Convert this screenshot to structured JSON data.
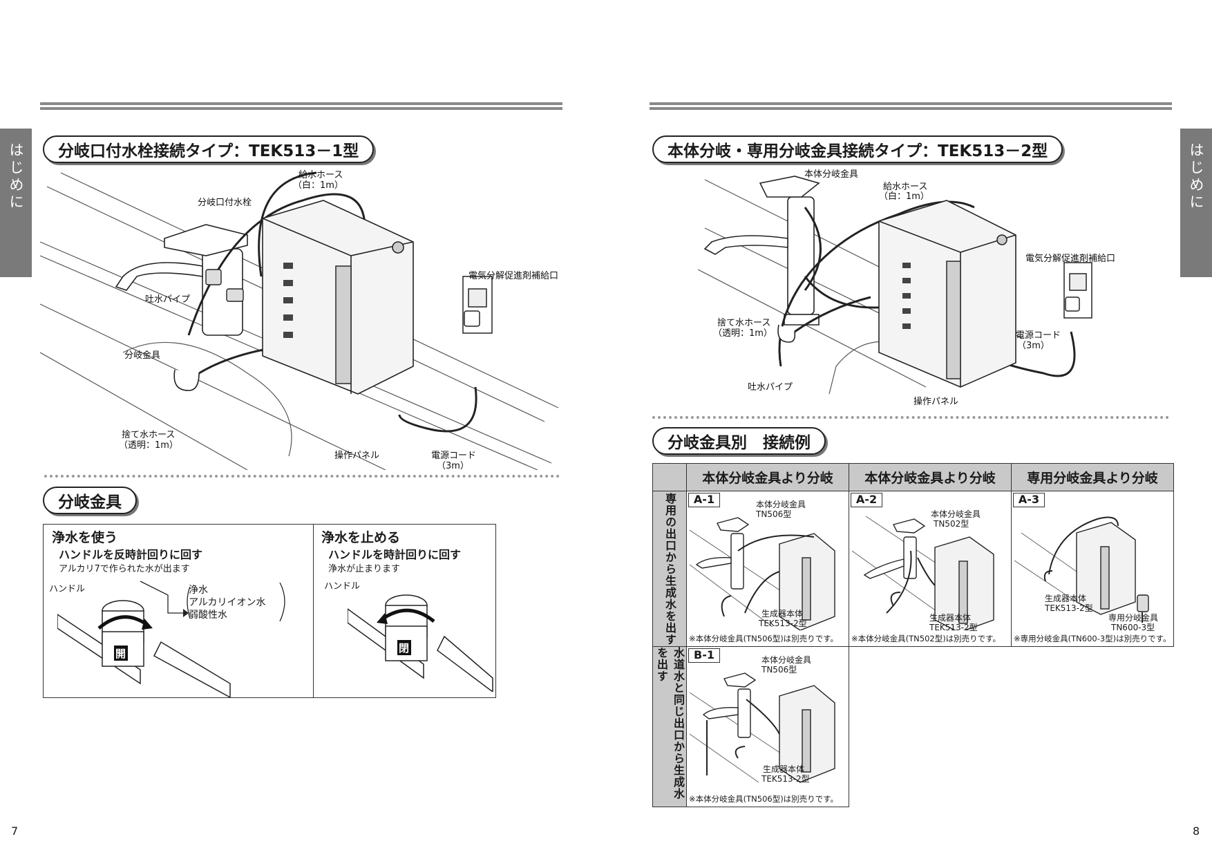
{
  "sidebar": {
    "left_label": "はじめに",
    "right_label": "はじめに"
  },
  "page_numbers": {
    "left": "7",
    "right": "8"
  },
  "left": {
    "section1_title": "分岐口付水栓接続タイプ：TEK513－1型",
    "diagram1_labels": {
      "supply_hose_1": "給水ホース",
      "supply_hose_2": "（白：1m）",
      "faucet": "分岐口付水栓",
      "additive_port": "電気分解促進剤補給口",
      "spout_pipe": "吐水パイプ",
      "branch_fitting": "分岐金具",
      "drain_hose_1": "捨て水ホース",
      "drain_hose_2": "（透明：1m）",
      "control_panel": "操作パネル",
      "power_cord_1": "電源コード",
      "power_cord_2": "（3m）"
    },
    "section2_title": "分岐金具",
    "use_panel": {
      "heading": "浄水を使う",
      "instruction": "ハンドルを反時計回りに回す",
      "note": "アルカリ7で作られた水が出ます",
      "handle_label": "ハンドル",
      "outputs": [
        "浄水",
        "アルカリイオン水",
        "弱酸性水"
      ],
      "stamp": "開"
    },
    "stop_panel": {
      "heading": "浄水を止める",
      "instruction": "ハンドルを時計回りに回す",
      "note": "浄水が止まります",
      "handle_label": "ハンドル",
      "stamp": "閉"
    }
  },
  "right": {
    "section1_title": "本体分岐・専用分岐金具接続タイプ：TEK513－2型",
    "diagram2_labels": {
      "body_fitting": "本体分岐金具",
      "supply_hose_1": "給水ホース",
      "supply_hose_2": "（白：1m）",
      "additive_port": "電気分解促進剤補給口",
      "drain_hose_1": "捨て水ホース",
      "drain_hose_2": "（透明：1m）",
      "power_cord_1": "電源コード",
      "power_cord_2": "（3m）",
      "spout_pipe": "吐水パイプ",
      "control_panel": "操作パネル"
    },
    "section2_title": "分岐金具別　接続例",
    "table": {
      "columns": [
        "本体分岐金具より分岐",
        "本体分岐金具より分岐",
        "専用分岐金具より分岐"
      ],
      "row_headers": [
        "専用の出口から生成水を出す",
        "水道水と同じ出口から生成水を出す"
      ],
      "cells": [
        {
          "tag": "A-1",
          "labels": [
            "本体分岐金具",
            "TN506型",
            "生成器本体",
            "TEK513-2型"
          ],
          "note": "※本体分岐金具(TN506型)は別売りです。"
        },
        {
          "tag": "A-2",
          "labels": [
            "本体分岐金具",
            "TN502型",
            "生成器本体",
            "TEK513-2型"
          ],
          "note": "※本体分岐金具(TN502型)は別売りです。"
        },
        {
          "tag": "A-3",
          "labels": [
            "生成器本体",
            "TEK513-2型",
            "専用分岐金具",
            "TN600-3型"
          ],
          "note": "※専用分岐金具(TN600-3型)は別売りです。"
        },
        {
          "tag": "B-1",
          "labels": [
            "本体分岐金具",
            "TN506型",
            "生成器本体",
            "TEK513-2型"
          ],
          "note": "※本体分岐金具(TN506型)は別売りです。"
        }
      ]
    }
  }
}
